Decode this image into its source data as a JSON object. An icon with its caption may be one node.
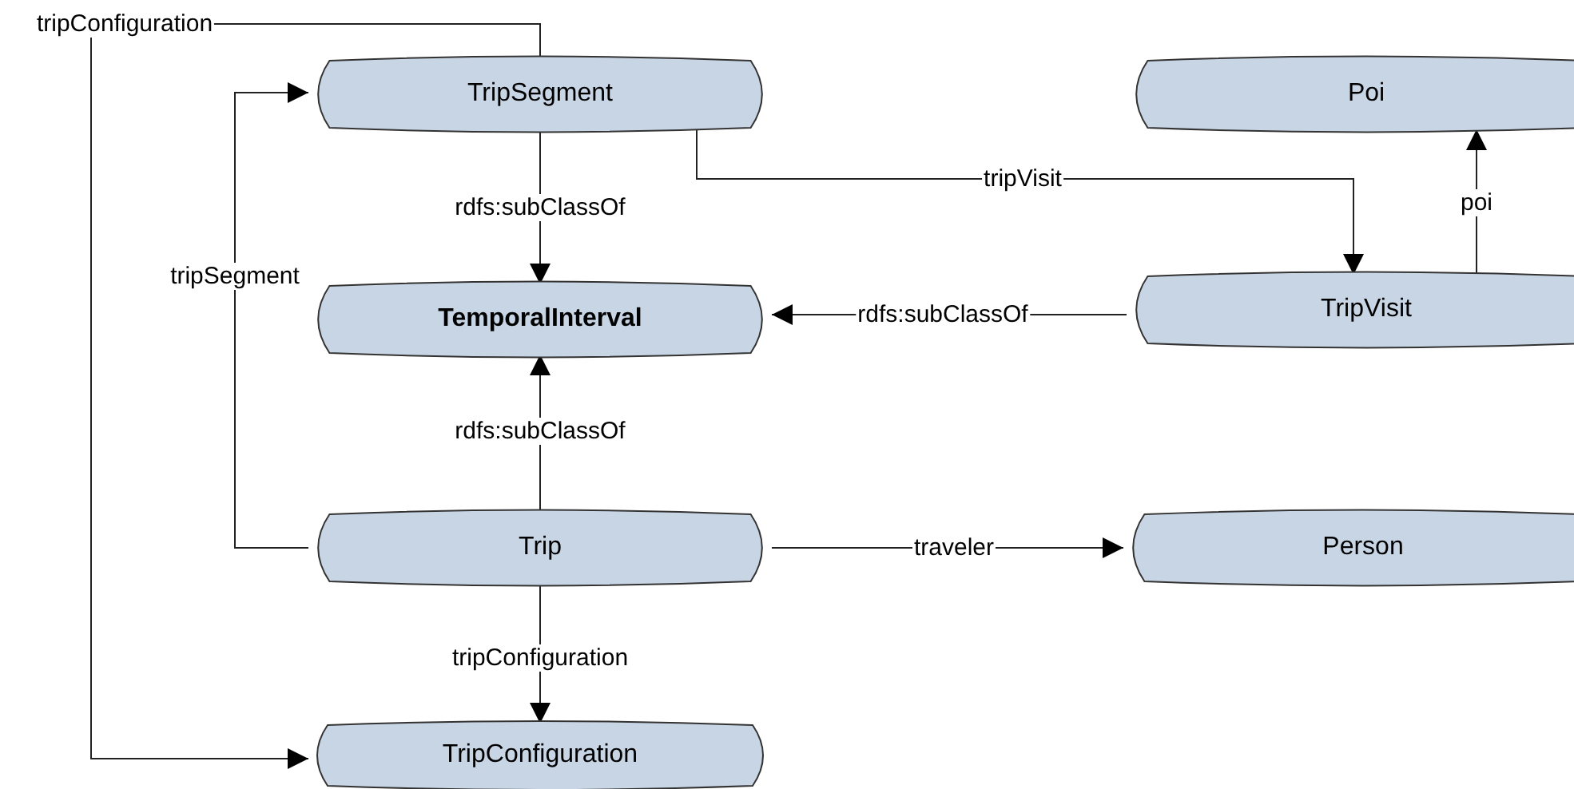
{
  "diagram": {
    "nodes": [
      {
        "text": [
          "TripSegment"
        ]
      },
      {
        "text": [
          "Poi"
        ]
      },
      {
        "text": [
          "TemporalInterval"
        ]
      },
      {
        "text": [
          "TripVisit"
        ]
      },
      {
        "text": [
          "Trip"
        ]
      },
      {
        "text": [
          "Person"
        ]
      },
      {
        "text": [
          "TripConfiguration"
        ]
      }
    ],
    "edges": [
      {
        "from": 0,
        "to": 2,
        "arrow": "to",
        "label": "rdfs:subClassOf"
      },
      {
        "from": 0,
        "to": 3,
        "arrow": "to",
        "label": "tripVisit"
      },
      {
        "from": 3,
        "to": 2,
        "arrow": "to",
        "label": "rdfs:subClassOf"
      },
      {
        "from": 3,
        "to": 1,
        "arrow": "to",
        "label": "poi"
      },
      {
        "from": 4,
        "to": 2,
        "arrow": "to",
        "label": "rdfs:subClassOf"
      },
      {
        "from": 4,
        "to": 0,
        "arrow": "to",
        "label": "tripSegment"
      },
      {
        "from": 4,
        "to": 5,
        "arrow": "to",
        "label": "traveler"
      },
      {
        "from": 4,
        "to": 6,
        "arrow": "to",
        "label": "tripConfiguration"
      },
      {
        "from": 0,
        "to": 6,
        "arrow": "to",
        "label": "tripConfiguration"
      }
    ]
  }
}
